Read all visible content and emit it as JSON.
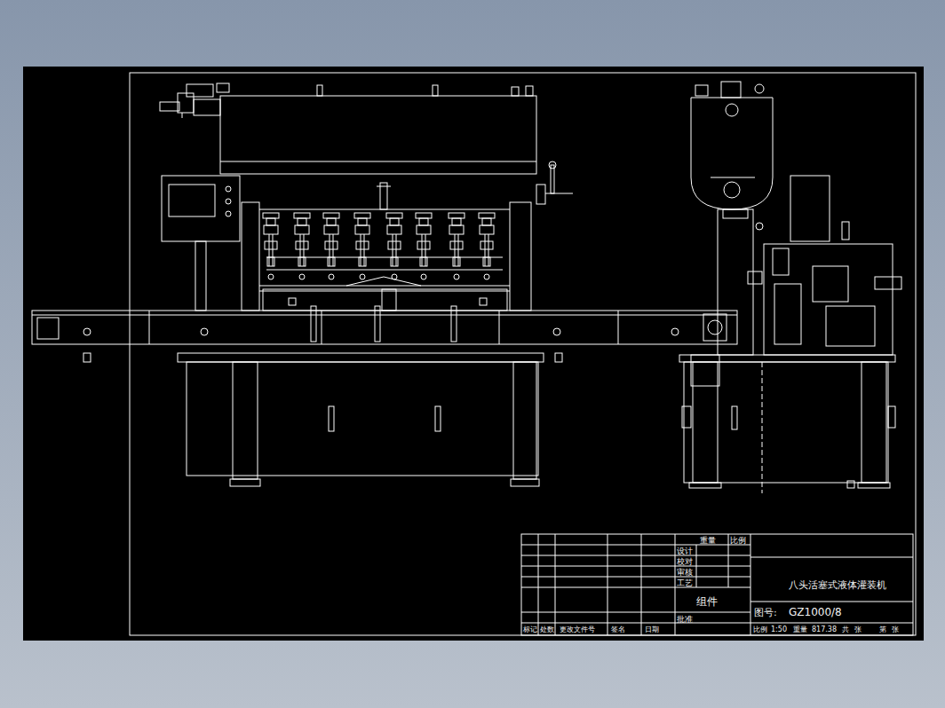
{
  "diagram": {
    "labels": [
      "重量",
      "比例",
      "设计",
      "校对",
      "审核",
      "工艺",
      "组件",
      "批准",
      "八头活塞式液体灌装机",
      "图号:",
      "GZ1000/8",
      "标记",
      "处数",
      "更改文件号",
      "签名",
      "日期",
      "比例",
      "1:50",
      "重量",
      "817.38",
      "共",
      "张",
      "第",
      "张"
    ]
  }
}
